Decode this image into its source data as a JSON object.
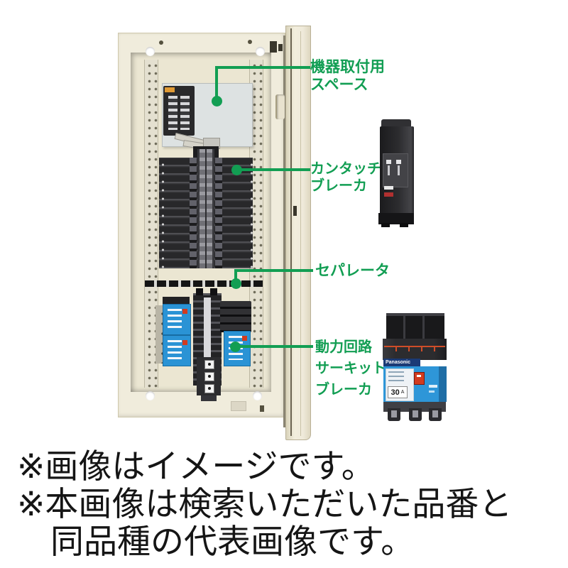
{
  "colors": {
    "callout_green": "#129e53",
    "cabinet_cream": "#f0ecdc",
    "breaker_blue": "#2e96d8",
    "accent_orange": "#cf4d28"
  },
  "callouts": {
    "equipment_space": {
      "lines": [
        "機器取付用",
        "スペース"
      ]
    },
    "kantouch_breaker": {
      "lines": [
        "カンタッチ",
        "ブレーカ"
      ]
    },
    "separator": {
      "lines": [
        "セパレータ"
      ]
    },
    "power_circuit_breaker": {
      "lines": [
        "動力回路",
        "サーキット",
        "ブレーカ"
      ]
    }
  },
  "product_mccb": {
    "brand": "Panasonic",
    "rating": "30",
    "rating_unit": "A"
  },
  "footnotes": {
    "line1": "※画像はイメージです。",
    "line2": "※本画像は検索いただいた品番と",
    "line3": "同品種の代表画像です。"
  }
}
